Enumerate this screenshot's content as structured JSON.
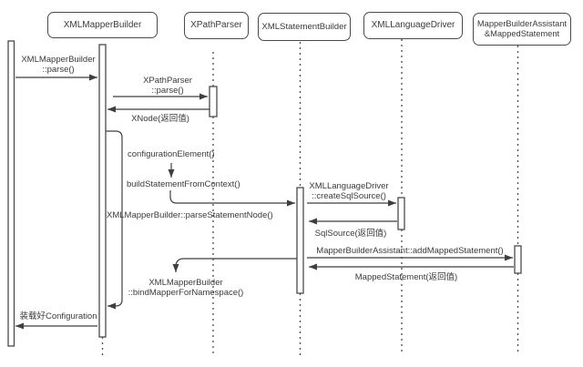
{
  "diagram_type": "uml-sequence-diagram",
  "participants": [
    {
      "label": "XMLMapperBuilder"
    },
    {
      "label": "XPathParser"
    },
    {
      "label": "XMLStatementBuilder"
    },
    {
      "label": "XMLLanguageDriver"
    },
    {
      "label_line1": "MapperBuilderAssistant",
      "label_line2": "&MappedStatement"
    }
  ],
  "messages": [
    {
      "line1": "XMLMapperBuilder",
      "line2": "::parse()"
    },
    {
      "line1": "XPathParser",
      "line2": "::parse()"
    },
    {
      "label": "XNode(返回值)"
    },
    {
      "label": "configurationElement()"
    },
    {
      "label": "buildStatementFromContext()"
    },
    {
      "label": "XMLMapperBuilder::parseStatementNode()"
    },
    {
      "line1": "XMLLanguageDriver",
      "line2": "::createSqlSource()"
    },
    {
      "label": "SqlSource(返回值)"
    },
    {
      "label": "MapperBuilderAssistant::addMappedStatement()"
    },
    {
      "label": "MappedStatement(返回值)"
    },
    {
      "line1": "XMLMapperBuilder",
      "line2": "::bindMapperForNamespace()"
    },
    {
      "label": "装载好Configuration"
    }
  ],
  "colors": {
    "line": "#4a4a4a",
    "text": "#3a3a3a",
    "background": "#ffffff"
  }
}
